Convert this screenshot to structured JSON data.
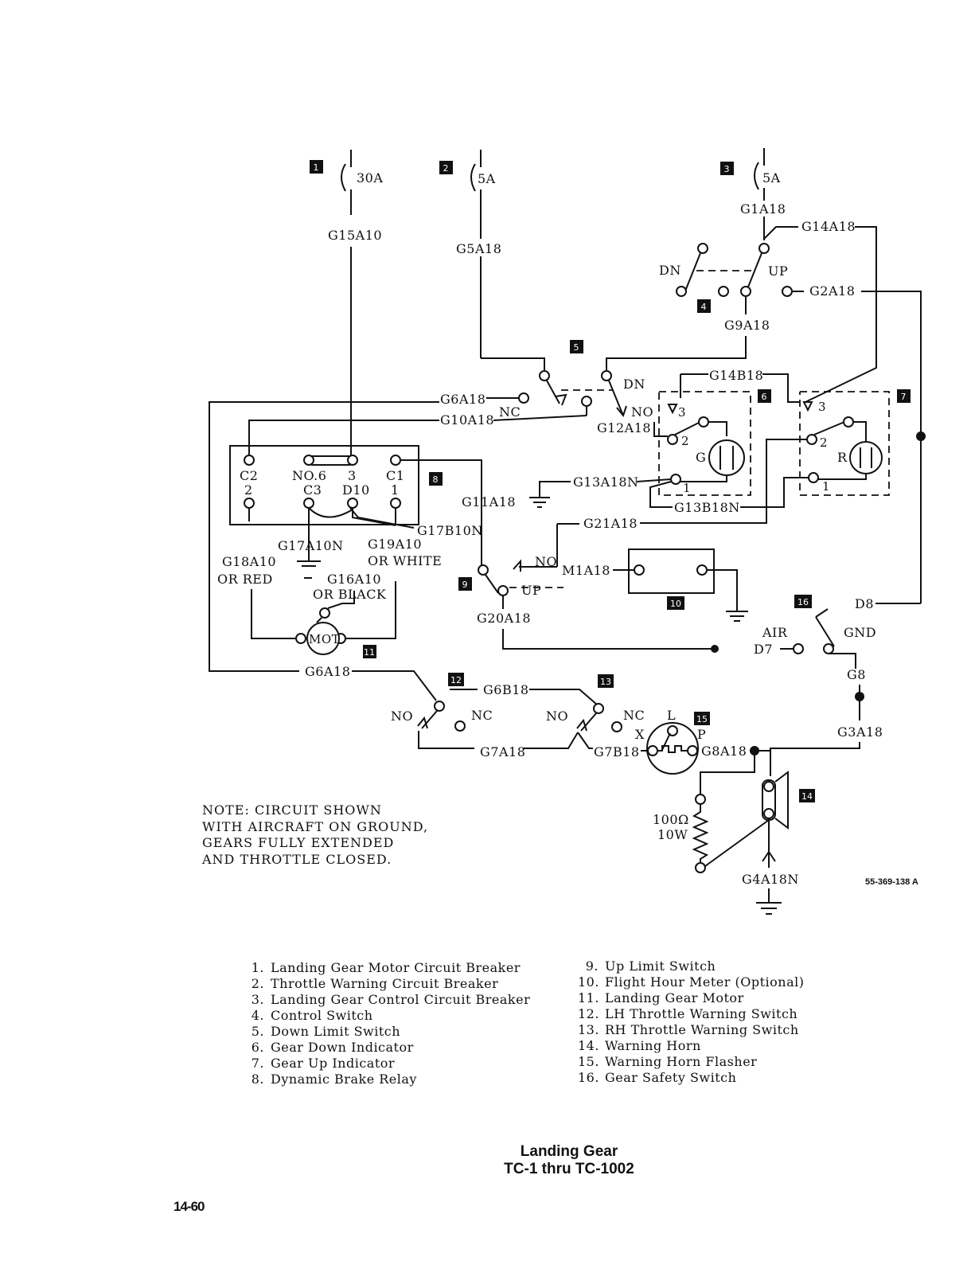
{
  "diagram": {
    "callouts": [
      "1",
      "2",
      "3",
      "4",
      "5",
      "6",
      "7",
      "8",
      "9",
      "10",
      "11",
      "12",
      "13",
      "14",
      "15",
      "16"
    ],
    "ratings": {
      "cb1": "30A",
      "cb2": "5A",
      "cb3": "5A"
    },
    "wires": {
      "G15A10": "G15A10",
      "G5A18": "G5A18",
      "G1A18": "G1A18",
      "G14A18": "G14A18",
      "G2A18": "G2A18",
      "G9A18": "G9A18",
      "G14B18": "G14B18",
      "G6A18_top": "G6A18",
      "G10A18": "G10A18",
      "G12A18": "G12A18",
      "G13A18N": "G13A18N",
      "G13B18N": "G13B18N",
      "G11A18": "G11A18",
      "G17B10N": "G17B10N",
      "G21A18": "G21A18",
      "G17A10N": "G17A10N",
      "G19A10": "G19A10",
      "G18A10": "G18A10",
      "G16A10": "G16A10",
      "M1A18": "M1A18",
      "G20A18": "G20A18",
      "D8": "D8",
      "D7": "D7",
      "G8": "G8",
      "G3A18": "G3A18",
      "G6A18_bottom": "G6A18",
      "G6B18": "G6B18",
      "G7A18": "G7A18",
      "G7B18": "G7B18",
      "G8A18": "G8A18",
      "G4A18N": "G4A18N"
    },
    "labels": {
      "DN": "DN",
      "UP": "UP",
      "NC": "NC",
      "NO": "NO",
      "C2": "C2",
      "two": "2",
      "NO6": "NO.6",
      "three": "3",
      "C3": "C3",
      "D10": "D10",
      "C1": "C1",
      "one": "1",
      "G": "G",
      "R": "R",
      "V3": "3",
      "OR_RED": "OR  RED",
      "OR_WHITE": "OR WHITE",
      "OR_BLACK": "OR BLACK",
      "MOT": "MOT",
      "AIR": "AIR",
      "GND": "GND",
      "L": "L",
      "X": "X",
      "P": "P",
      "resistor": "100Ω",
      "watt": "10W"
    },
    "fig_ref": "55-369-138 A"
  },
  "note": "NOTE: CIRCUIT SHOWN\nWITH AIRCRAFT ON GROUND,\nGEARS FULLY EXTENDED\nAND THROTTLE CLOSED.",
  "legend_left": [
    {
      "n": "1.",
      "t": "Landing Gear Motor Circuit Breaker"
    },
    {
      "n": "2.",
      "t": "Throttle Warning Circuit Breaker"
    },
    {
      "n": "3.",
      "t": "Landing Gear Control Circuit Breaker"
    },
    {
      "n": "4.",
      "t": "Control Switch"
    },
    {
      "n": "5.",
      "t": "Down Limit Switch"
    },
    {
      "n": "6.",
      "t": "Gear Down Indicator"
    },
    {
      "n": "7.",
      "t": "Gear Up Indicator"
    },
    {
      "n": "8.",
      "t": "Dynamic Brake Relay"
    }
  ],
  "legend_right": [
    {
      "n": "9.",
      "t": "Up Limit Switch"
    },
    {
      "n": "10.",
      "t": "Flight Hour Meter (Optional)"
    },
    {
      "n": "11.",
      "t": "Landing Gear Motor"
    },
    {
      "n": "12.",
      "t": "LH  Throttle Warning Switch"
    },
    {
      "n": "13.",
      "t": "RH  Throttle Warning Switch"
    },
    {
      "n": "14.",
      "t": "Warning Horn"
    },
    {
      "n": "15.",
      "t": "Warning Horn Flasher"
    },
    {
      "n": "16.",
      "t": "Gear Safety Switch"
    }
  ],
  "caption": {
    "line1": "Landing Gear",
    "line2": "TC-1 thru TC-1002"
  },
  "page_number": "14-60"
}
